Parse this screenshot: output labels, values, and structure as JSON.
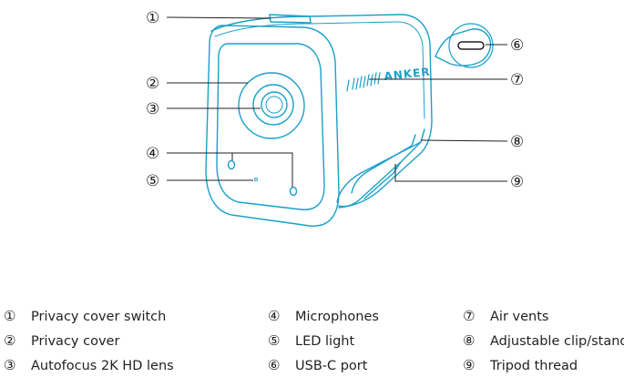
{
  "callouts": [
    {
      "num": "①",
      "label": "Privacy cover switch"
    },
    {
      "num": "②",
      "label": "Privacy cover"
    },
    {
      "num": "③",
      "label": "Autofocus 2K HD lens"
    },
    {
      "num": "④",
      "label": "Microphones"
    },
    {
      "num": "⑤",
      "label": "LED light"
    },
    {
      "num": "⑥",
      "label": "USB-C port"
    },
    {
      "num": "⑦",
      "label": "Air vents"
    },
    {
      "num": "⑧",
      "label": "Adjustable clip/stand"
    },
    {
      "num": "⑨",
      "label": "Tripod thread"
    }
  ],
  "brand_logo": "ANKER",
  "colors": {
    "outline": "#1aa0c8",
    "leader": "#231f20",
    "text": "#231f20"
  }
}
